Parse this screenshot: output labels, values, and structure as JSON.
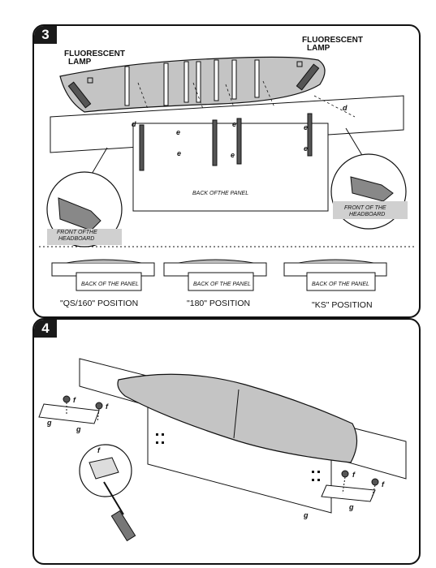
{
  "step3": {
    "number": "3",
    "left_lamp_label_line1": "FLUORESCENT",
    "left_lamp_label_line2": "LAMP",
    "right_lamp_label_line1": "FLUORESCENT",
    "right_lamp_label_line2": "LAMP",
    "back_panel_label": "BACK OFTHE PANEL",
    "left_inset_label_line1": "FRONT OFTHE",
    "left_inset_label_line2": "HEADBOARD",
    "right_inset_label_line1": "FRONT OF THE",
    "right_inset_label_line2": "HEADBOARD",
    "part_d": "d",
    "part_e": "e",
    "positions": [
      {
        "panel_label": "BACK OF THE PANEL",
        "caption": "\"QS/160\" POSITION"
      },
      {
        "panel_label": "BACK OF THE PANEL",
        "caption": "\"180\" POSITION"
      },
      {
        "panel_label": "BACK OF THE PANEL",
        "caption": "\"KS\" POSITION"
      }
    ]
  },
  "step4": {
    "number": "4",
    "part_f": "f",
    "part_g": "g"
  },
  "colors": {
    "ink": "#111111",
    "lamp_fill": "#c4c4c4",
    "shade": "#9a9a9a"
  }
}
